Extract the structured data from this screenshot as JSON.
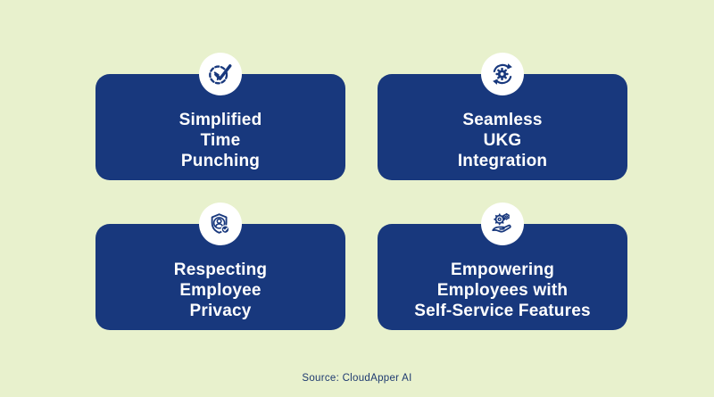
{
  "colors": {
    "background": "#e8f1cd",
    "card": "#18387d",
    "card_text": "#ffffff",
    "icon_circle": "#ffffff",
    "icon": "#18387d",
    "source_text": "#1e3a70"
  },
  "cards": [
    {
      "icon": "clock-check-icon",
      "lines": [
        "Simplified",
        "Time",
        "Punching"
      ]
    },
    {
      "icon": "gear-sync-icon",
      "lines": [
        "Seamless",
        "UKG",
        "Integration"
      ]
    },
    {
      "icon": "shield-user-check-icon",
      "lines": [
        "Respecting",
        "Employee",
        "Privacy"
      ]
    },
    {
      "icon": "hand-gears-icon",
      "lines": [
        "Empowering",
        "Employees with",
        "Self-Service Features"
      ]
    }
  ],
  "source": {
    "label": "Source: CloudApper AI"
  }
}
